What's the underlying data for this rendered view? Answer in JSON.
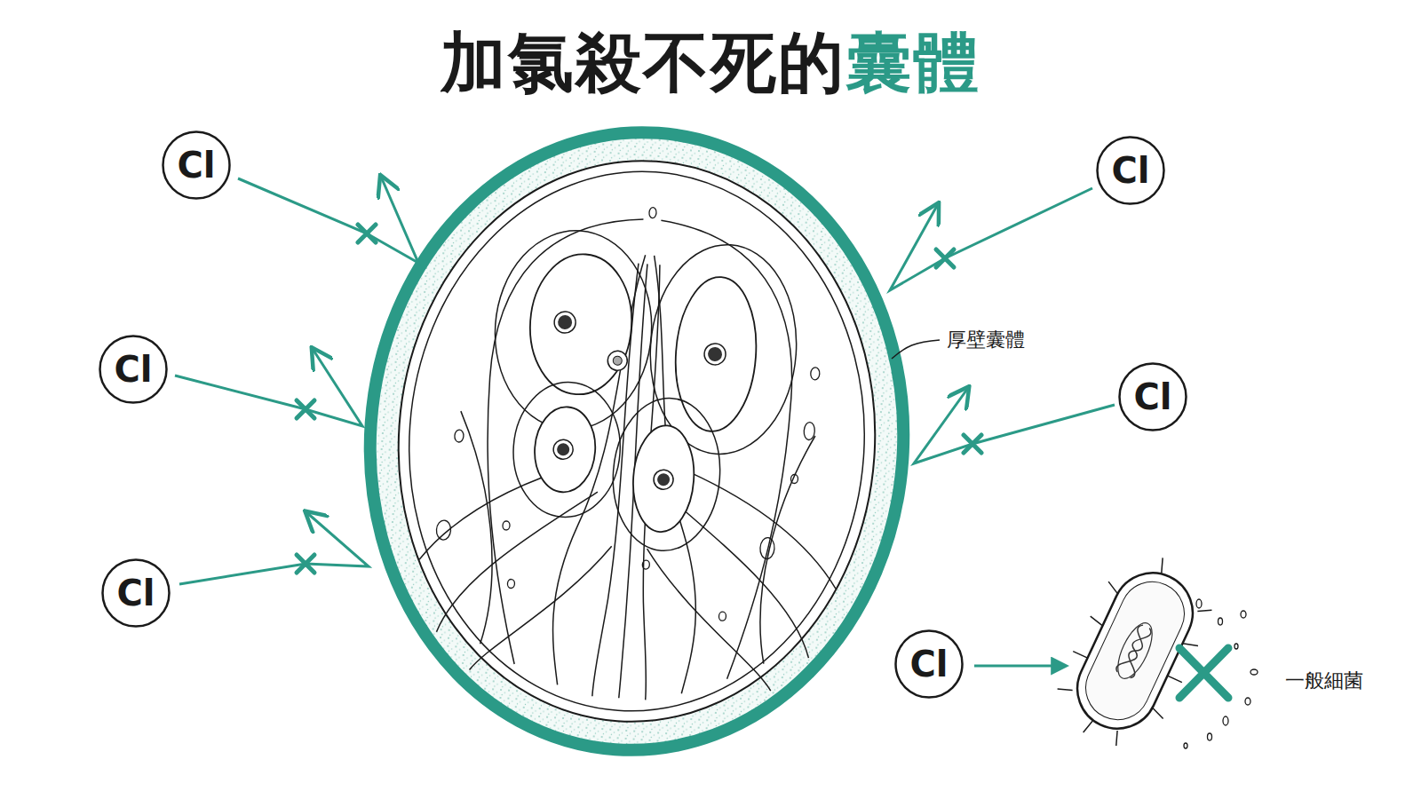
{
  "diagram": {
    "title": "加氯殺不死的囊體",
    "nodes": [
      {
        "text": [
          "Cl"
        ]
      },
      {
        "text": [
          "Cl"
        ]
      },
      {
        "text": [
          "Cl"
        ]
      },
      {
        "text": [
          "Cl"
        ]
      },
      {
        "text": [
          "Cl"
        ]
      },
      {
        "text": [
          "Cl"
        ]
      }
    ],
    "labels": [
      "厚壁囊體",
      "一般細菌"
    ]
  }
}
